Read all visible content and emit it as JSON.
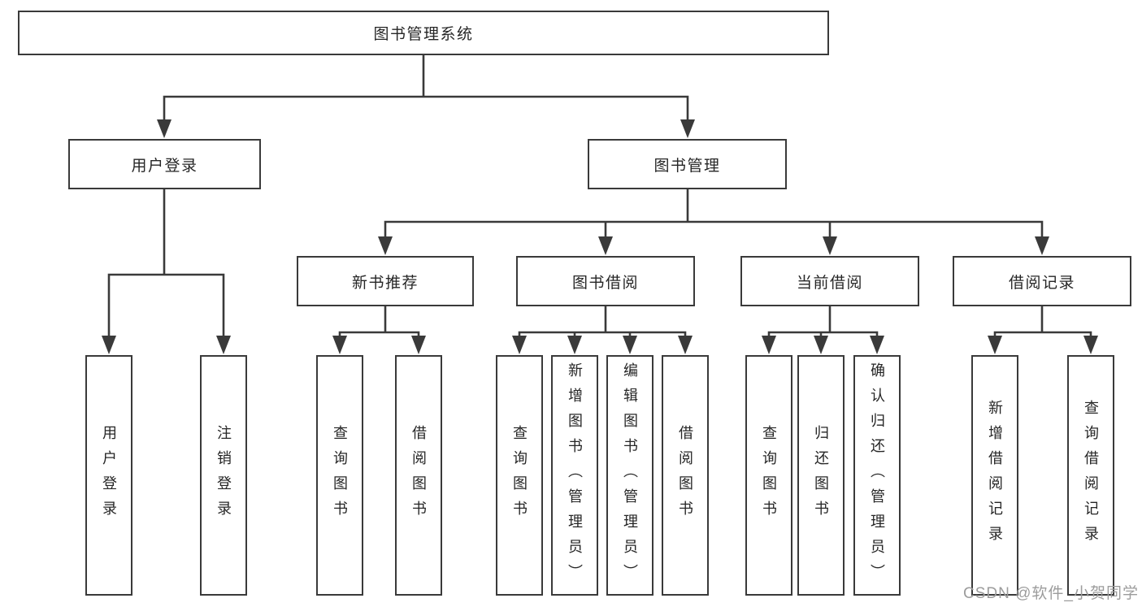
{
  "diagram": {
    "root": {
      "label": "图书管理系统"
    },
    "level2": [
      {
        "label": "用户登录"
      },
      {
        "label": "图书管理"
      }
    ],
    "level3": [
      {
        "label": "新书推荐"
      },
      {
        "label": "图书借阅"
      },
      {
        "label": "当前借阅"
      },
      {
        "label": "借阅记录"
      }
    ],
    "leaf_groups": [
      {
        "parent": "用户登录",
        "items": [
          {
            "label": "用户登录"
          },
          {
            "label": "注销登录"
          }
        ]
      },
      {
        "parent": "新书推荐",
        "items": [
          {
            "label": "查询图书"
          },
          {
            "label": "借阅图书"
          }
        ]
      },
      {
        "parent": "图书借阅",
        "items": [
          {
            "label": "查询图书"
          },
          {
            "label": "新增图书（管理员）"
          },
          {
            "label": "编辑图书（管理员）"
          },
          {
            "label": "借阅图书"
          }
        ]
      },
      {
        "parent": "当前借阅",
        "items": [
          {
            "label": "查询图书"
          },
          {
            "label": "归还图书"
          },
          {
            "label": "确认归还（管理员）"
          }
        ]
      },
      {
        "parent": "借阅记录",
        "items": [
          {
            "label": "新增借阅记录"
          },
          {
            "label": "查询借阅记录"
          }
        ]
      }
    ]
  },
  "watermark": {
    "text": "CSDN @软件_小贺同学"
  },
  "colors": {
    "line": "#3a3a3a",
    "text": "#262626",
    "background": "#ffffff",
    "watermark": "#9c9c9c"
  }
}
